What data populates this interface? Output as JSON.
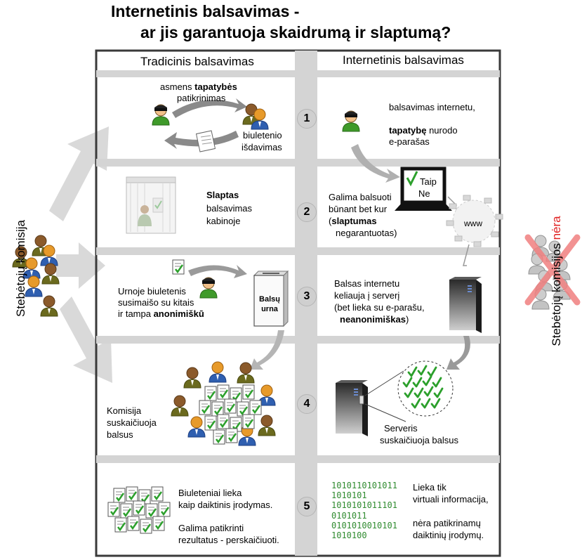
{
  "title": {
    "line1": "Internetinis balsavimas -",
    "line2": "ar jis garantuoja skaidrumą ir slaptumą?"
  },
  "columns": {
    "left": "Tradicinis balsavimas",
    "right": "Internetinis balsavimas"
  },
  "side_labels": {
    "left": "Stebėtojų komisija",
    "right_prefix": "Stebėtojų komisijos ",
    "right_emph": "nėra"
  },
  "steps": [
    {
      "number": "1",
      "traditional": {
        "top_a": "asmens ",
        "top_bold": "tapatybės",
        "top_b": "patikrinimas",
        "bottom_a": "biuletenio",
        "bottom_b": "išdavimas"
      },
      "internet": {
        "line1": "balsavimas internetu,",
        "bold": "tapatybę",
        "line2_rest": " nurodo",
        "line3": "e-parašas"
      }
    },
    {
      "number": "2",
      "traditional": {
        "bold": "Slaptas",
        "line2": "balsavimas",
        "line3": "kabinoje"
      },
      "internet": {
        "line1": "Galima balsuoti",
        "line2": "būnant bet kur",
        "paren_open": "(",
        "bold": "slaptumas",
        "line4": "negarantuotas)",
        "screen_yes": "Taip",
        "screen_no": "Ne",
        "cloud": "www"
      }
    },
    {
      "number": "3",
      "traditional": {
        "line1": "Urnoje biuletenis",
        "line2": "susimaišo su kitais",
        "line3_a": "ir tampa ",
        "bold": "anonimiškū",
        "urn_line1": "Balsų",
        "urn_line2": "urna"
      },
      "internet": {
        "line1": "Balsas internetu",
        "line2": "keliauja į serverį",
        "line3": "(bet lieka su e-parašu,",
        "bold": "neanonimiškas",
        "close": ")"
      }
    },
    {
      "number": "4",
      "traditional": {
        "line1": "Komisija",
        "line2": "suskaičiuoja",
        "line3": "balsus"
      },
      "internet": {
        "line1": "Serveris",
        "line2": "suskaičiuoja balsus"
      }
    },
    {
      "number": "5",
      "traditional": {
        "line1": "Biuleteniai lieka",
        "line2": "kaip daiktinis įrodymas.",
        "line3": "Galima patikrinti",
        "line4": "rezultatus - perskaičiuoti."
      },
      "internet": {
        "binary": [
          "1010110101011",
          "1010101",
          "1010101011101",
          "0101011",
          "0101010010101",
          "1010100"
        ],
        "line1": "Lieka tik",
        "line2": "virtuali informacija,",
        "line3": "nėra patikrinamų",
        "line4": "daiktinių įrodymų."
      }
    }
  ],
  "colors": {
    "frame": "#3a3a3a",
    "band": "#d4d4d4",
    "arrow": "#d6d6d6",
    "green_person": "#3f9a2a",
    "olive_person": "#6b6a1e",
    "blue_person": "#2f5fb0",
    "orange_head": "#e79a2a",
    "check": "#2ca02c",
    "cross": "#f08080"
  },
  "icons": [
    "person-icon",
    "ballot-icon",
    "voting-booth-icon",
    "ballot-box-icon",
    "laptop-icon",
    "internet-cloud-icon",
    "server-icon",
    "checkmark-icon",
    "cross-icon"
  ]
}
